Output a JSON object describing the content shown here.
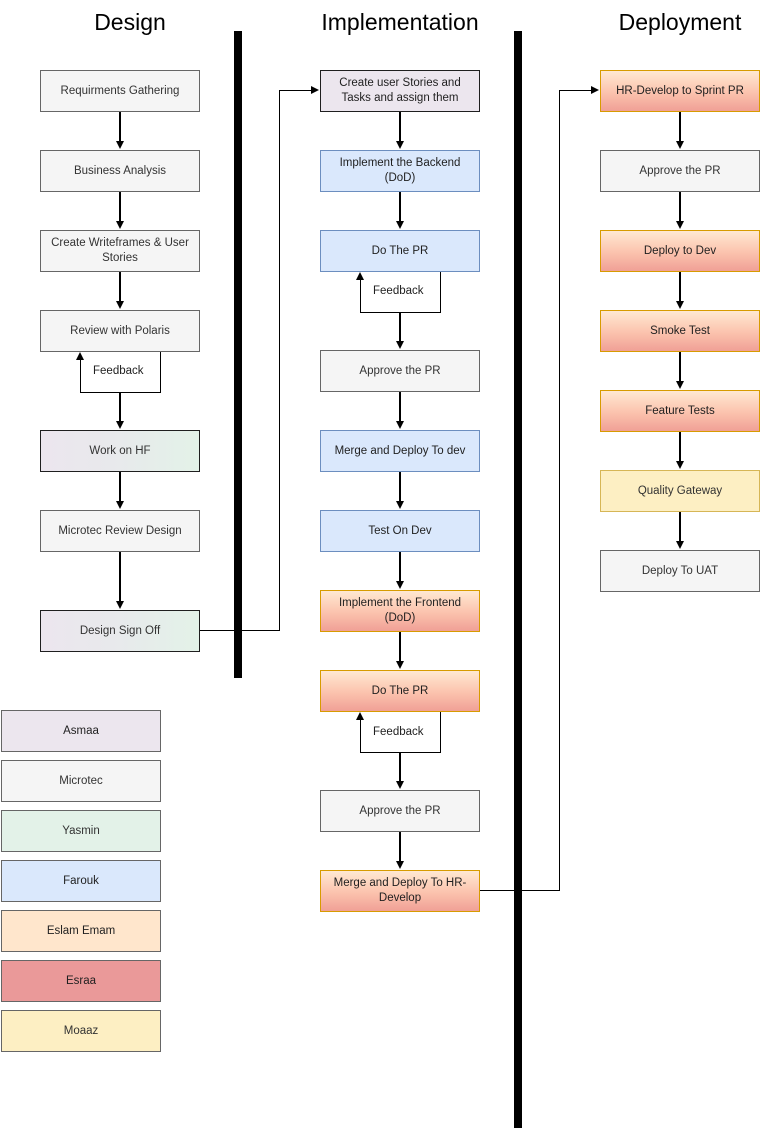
{
  "columns": [
    {
      "id": "design",
      "title": "Design"
    },
    {
      "id": "implementation",
      "title": "Implementation"
    },
    {
      "id": "deployment",
      "title": "Deployment"
    }
  ],
  "design_nodes": [
    {
      "label": "Requirments Gathering",
      "owner": "Microtec"
    },
    {
      "label": "Business Analysis",
      "owner": "Microtec"
    },
    {
      "label": "Create Writeframes & User Stories",
      "owner": "Microtec"
    },
    {
      "label": "Review with Polaris",
      "owner": "Microtec"
    },
    {
      "label": "Work on HF",
      "owner": "Asmaa/Yasmin"
    },
    {
      "label": "Microtec Review Design",
      "owner": "Microtec"
    },
    {
      "label": "Design Sign Off",
      "owner": "Asmaa/Yasmin"
    }
  ],
  "implementation_nodes": [
    {
      "label": "Create user Stories and Tasks and assign them",
      "owner": "Asmaa"
    },
    {
      "label": "Implement the Backend (DoD)",
      "owner": "Farouk"
    },
    {
      "label": "Do The PR",
      "owner": "Farouk"
    },
    {
      "label": "Approve the PR",
      "owner": "Microtec"
    },
    {
      "label": "Merge and Deploy To dev",
      "owner": "Farouk"
    },
    {
      "label": "Test On Dev",
      "owner": "Farouk"
    },
    {
      "label": "Implement the Frontend (DoD)",
      "owner": "Eslam Emam/Esraa"
    },
    {
      "label": "Do The PR",
      "owner": "Eslam Emam/Esraa"
    },
    {
      "label": "Approve the PR",
      "owner": "Microtec"
    },
    {
      "label": "Merge and Deploy To HR-Develop",
      "owner": "Eslam Emam/Esraa"
    }
  ],
  "deployment_nodes": [
    {
      "label": "HR-Develop to Sprint PR",
      "owner": "Eslam Emam/Esraa"
    },
    {
      "label": "Approve the PR",
      "owner": "Microtec"
    },
    {
      "label": "Deploy to Dev",
      "owner": "Eslam Emam/Esraa"
    },
    {
      "label": "Smoke Test",
      "owner": "Eslam Emam/Esraa"
    },
    {
      "label": "Feature Tests",
      "owner": "Eslam Emam/Esraa"
    },
    {
      "label": "Quality Gateway",
      "owner": "Moaaz"
    },
    {
      "label": "Deploy To UAT",
      "owner": "Microtec"
    }
  ],
  "feedback_labels": {
    "design_review": "Feedback",
    "impl_backend_pr": "Feedback",
    "impl_frontend_pr": "Feedback"
  },
  "legend": [
    {
      "name": "Asmaa",
      "color": "#ece6ee",
      "border": "#1f1f1f"
    },
    {
      "name": "Microtec",
      "color": "#f5f5f5",
      "border": "#666666"
    },
    {
      "name": "Yasmin",
      "color": "#e3f2e8",
      "border": "#666666"
    },
    {
      "name": "Farouk",
      "color": "#dae8fc",
      "border": "#6c8ebf"
    },
    {
      "name": "Eslam Emam",
      "color": "#ffe6cc",
      "border": "#d79b00"
    },
    {
      "name": "Esraa",
      "color": "#ea9999",
      "border": "#d79b00"
    },
    {
      "name": "Moaaz",
      "color": "#fdefc3",
      "border": "#d6b656"
    }
  ]
}
